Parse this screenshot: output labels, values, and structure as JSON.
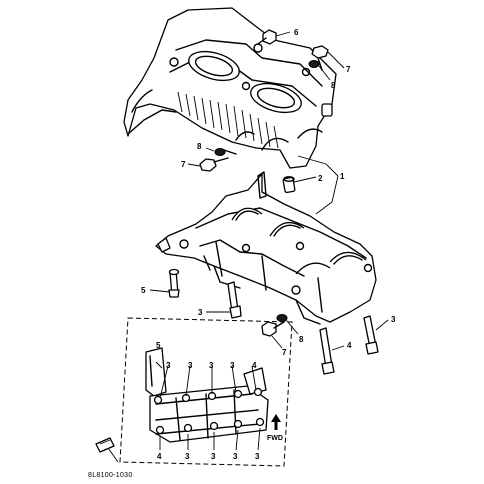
{
  "figure": {
    "code": "8L8100-1030",
    "fwd_label": "FWD",
    "callouts": [
      "1",
      "2",
      "3",
      "4",
      "5",
      "6",
      "7",
      "8"
    ]
  }
}
